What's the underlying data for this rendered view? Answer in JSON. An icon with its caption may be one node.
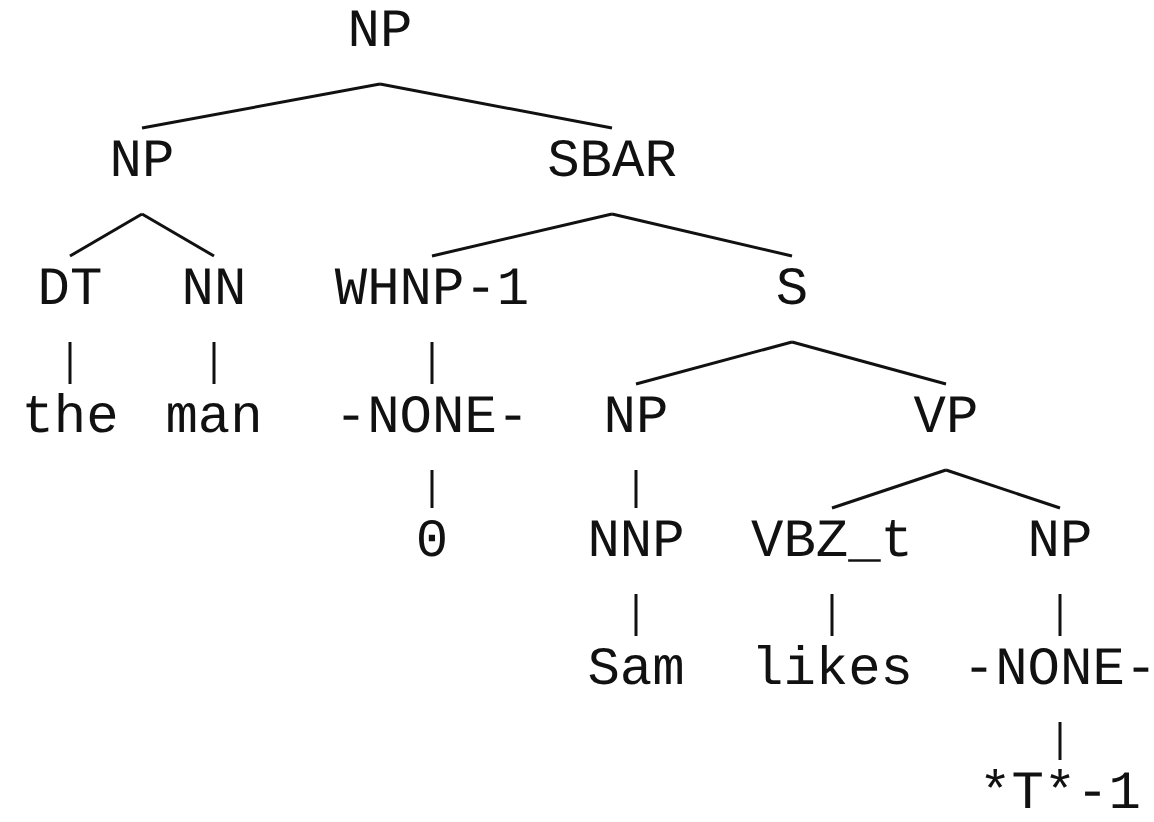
{
  "diagram": {
    "nodes": [
      {
        "text": [
          "NP"
        ]
      },
      {
        "text": [
          "NP"
        ]
      },
      {
        "text": [
          "SBAR"
        ]
      },
      {
        "text": [
          "DT"
        ]
      },
      {
        "text": [
          "NN"
        ]
      },
      {
        "text": [
          "WHNP-1"
        ]
      },
      {
        "text": [
          "S"
        ]
      },
      {
        "text": [
          "the"
        ]
      },
      {
        "text": [
          "man"
        ]
      },
      {
        "text": [
          "-NONE-"
        ]
      },
      {
        "text": [
          "NP"
        ]
      },
      {
        "text": [
          "VP"
        ]
      },
      {
        "text": [
          "0"
        ]
      },
      {
        "text": [
          "NNP"
        ]
      },
      {
        "text": [
          "VBZ_t"
        ]
      },
      {
        "text": [
          "NP"
        ]
      },
      {
        "text": [
          "Sam"
        ]
      },
      {
        "text": [
          "likes"
        ]
      },
      {
        "text": [
          "-NONE-"
        ]
      },
      {
        "text": [
          "*T*-1"
        ]
      }
    ],
    "edges": [
      {
        "from": 0,
        "to": 1,
        "arrow": "none"
      },
      {
        "from": 0,
        "to": 2,
        "arrow": "none"
      },
      {
        "from": 1,
        "to": 3,
        "arrow": "none"
      },
      {
        "from": 1,
        "to": 4,
        "arrow": "none"
      },
      {
        "from": 2,
        "to": 5,
        "arrow": "none"
      },
      {
        "from": 2,
        "to": 6,
        "arrow": "none"
      },
      {
        "from": 3,
        "to": 7,
        "arrow": "none"
      },
      {
        "from": 4,
        "to": 8,
        "arrow": "none"
      },
      {
        "from": 5,
        "to": 9,
        "arrow": "none"
      },
      {
        "from": 6,
        "to": 10,
        "arrow": "none"
      },
      {
        "from": 6,
        "to": 11,
        "arrow": "none"
      },
      {
        "from": 9,
        "to": 12,
        "arrow": "none"
      },
      {
        "from": 10,
        "to": 13,
        "arrow": "none"
      },
      {
        "from": 11,
        "to": 14,
        "arrow": "none"
      },
      {
        "from": 11,
        "to": 15,
        "arrow": "none"
      },
      {
        "from": 13,
        "to": 16,
        "arrow": "none"
      },
      {
        "from": 14,
        "to": 17,
        "arrow": "none"
      },
      {
        "from": 15,
        "to": 18,
        "arrow": "none"
      },
      {
        "from": 18,
        "to": 19,
        "arrow": "none"
      }
    ]
  }
}
